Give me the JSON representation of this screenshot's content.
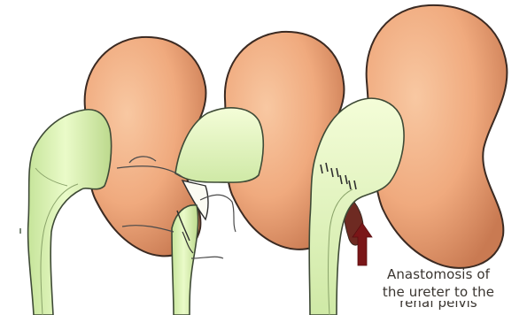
{
  "figure": {
    "panels": [
      {
        "name": "kidney-ureter-before"
      },
      {
        "name": "kidney-ureter-suturing"
      },
      {
        "name": "kidney-ureter-anastomosed"
      }
    ],
    "arrow_color": "#7a1618",
    "kidney_color": "#f0aa7e",
    "kidney_outline": "#3b2a22",
    "ureter_color": "#dff5b8",
    "ureter_outline": "#3e4a36"
  },
  "caption": {
    "line1": "Anastomosis of",
    "line2": "the ureter to the",
    "line3": "renal pelvis"
  }
}
